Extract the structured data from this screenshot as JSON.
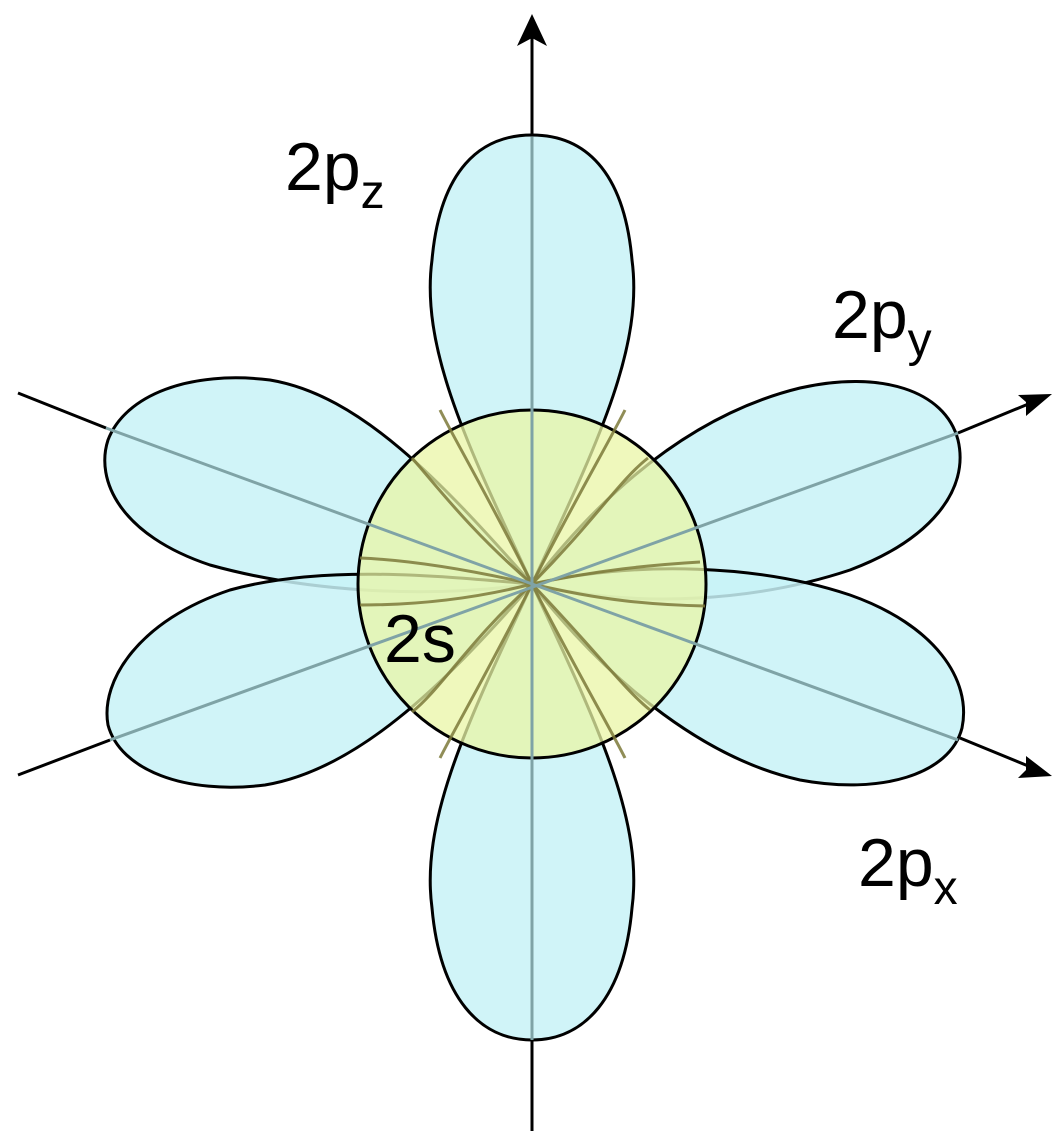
{
  "labels": {
    "pz": {
      "main": "2p",
      "sub": "z"
    },
    "py": {
      "main": "2p",
      "sub": "y"
    },
    "px": {
      "main": "2p",
      "sub": "x"
    },
    "s": "2s"
  },
  "colors": {
    "p_lobe_fill": "#c8f2f7",
    "s_orbital_fill": "#e9f5a6",
    "outline": "#000000",
    "inner_axis": "#7fa3a6"
  },
  "orbitals": [
    "2s",
    "2px",
    "2py",
    "2pz"
  ],
  "axes": [
    "x",
    "y",
    "z"
  ]
}
